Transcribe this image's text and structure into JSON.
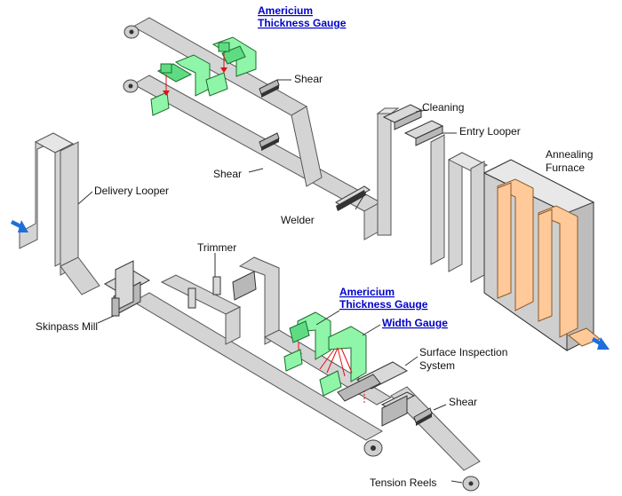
{
  "labels": {
    "americium_top": [
      "Americium",
      "Thickness Gauge"
    ],
    "shear_top": "Shear",
    "shear_mid": "Shear",
    "cleaning": "Cleaning",
    "entry_looper": "Entry Looper",
    "annealing_furnace": [
      "Annealing",
      "Furnace"
    ],
    "delivery_looper": "Delivery Looper",
    "welder": "Welder",
    "trimmer": "Trimmer",
    "skinpass_mill": "Skinpass Mill",
    "americium_bottom": [
      "Americium",
      "Thickness Gauge"
    ],
    "width_gauge": "Width Gauge",
    "surface_inspection": [
      "Surface Inspection",
      "System"
    ],
    "shear_bottom": "Shear",
    "tension_reels": "Tension Reels"
  },
  "colors": {
    "gauge": "#8ff5a8",
    "furnace_coil": "#ffc99a",
    "link": "#0000cc",
    "flow_arrow": "#1e6fd9",
    "beam": "#e01010"
  },
  "icons": {
    "entry_arrow": "arrow-right-icon",
    "exit_arrow": "arrow-down-right-icon"
  }
}
